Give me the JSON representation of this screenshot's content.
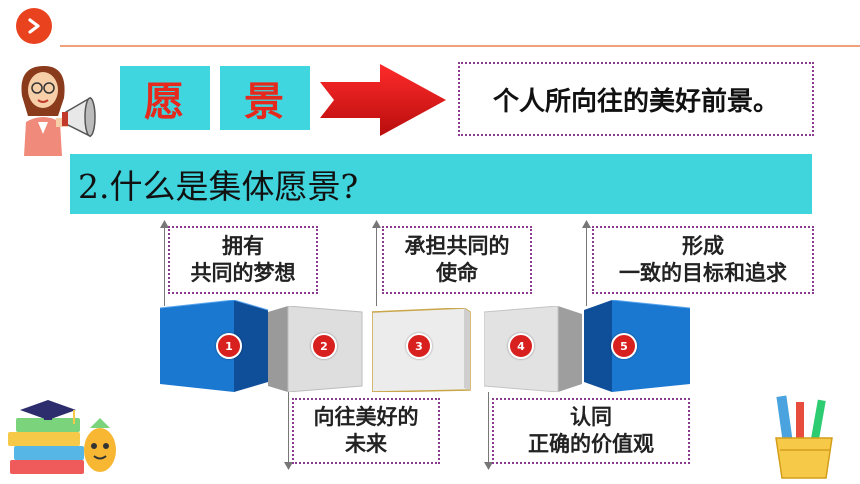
{
  "header": {
    "play_icon": "play-icon",
    "accent_color": "#e8421f"
  },
  "vision": {
    "word_chars": [
      "愿",
      "景"
    ],
    "definition": "个人所向往的美好前景。",
    "box_color": "#3fd6e0",
    "text_color": "#e52a1d"
  },
  "question": {
    "text": "2.什么是集体愿景?"
  },
  "steps": [
    {
      "number": "1",
      "line1": "拥有",
      "line2": "共同的梦想",
      "color": "#1a73c9"
    },
    {
      "number": "2",
      "line1": "向往美好的",
      "line2": "未来",
      "color": "#d6d6d6"
    },
    {
      "number": "3",
      "line1": "承担共同的",
      "line2": "使命",
      "color": "#e9e9e9"
    },
    {
      "number": "4",
      "line1": "认同",
      "line2": "正确的价值观",
      "color": "#d6d6d6"
    },
    {
      "number": "5",
      "line1": "形成",
      "line2": "一致的目标和追求",
      "color": "#1a73c9"
    }
  ],
  "decorations": {
    "teacher": "teacher-megaphone-illustration",
    "books": "books-pencil-illustration",
    "pencil_cup": "pencil-cup-illustration"
  }
}
